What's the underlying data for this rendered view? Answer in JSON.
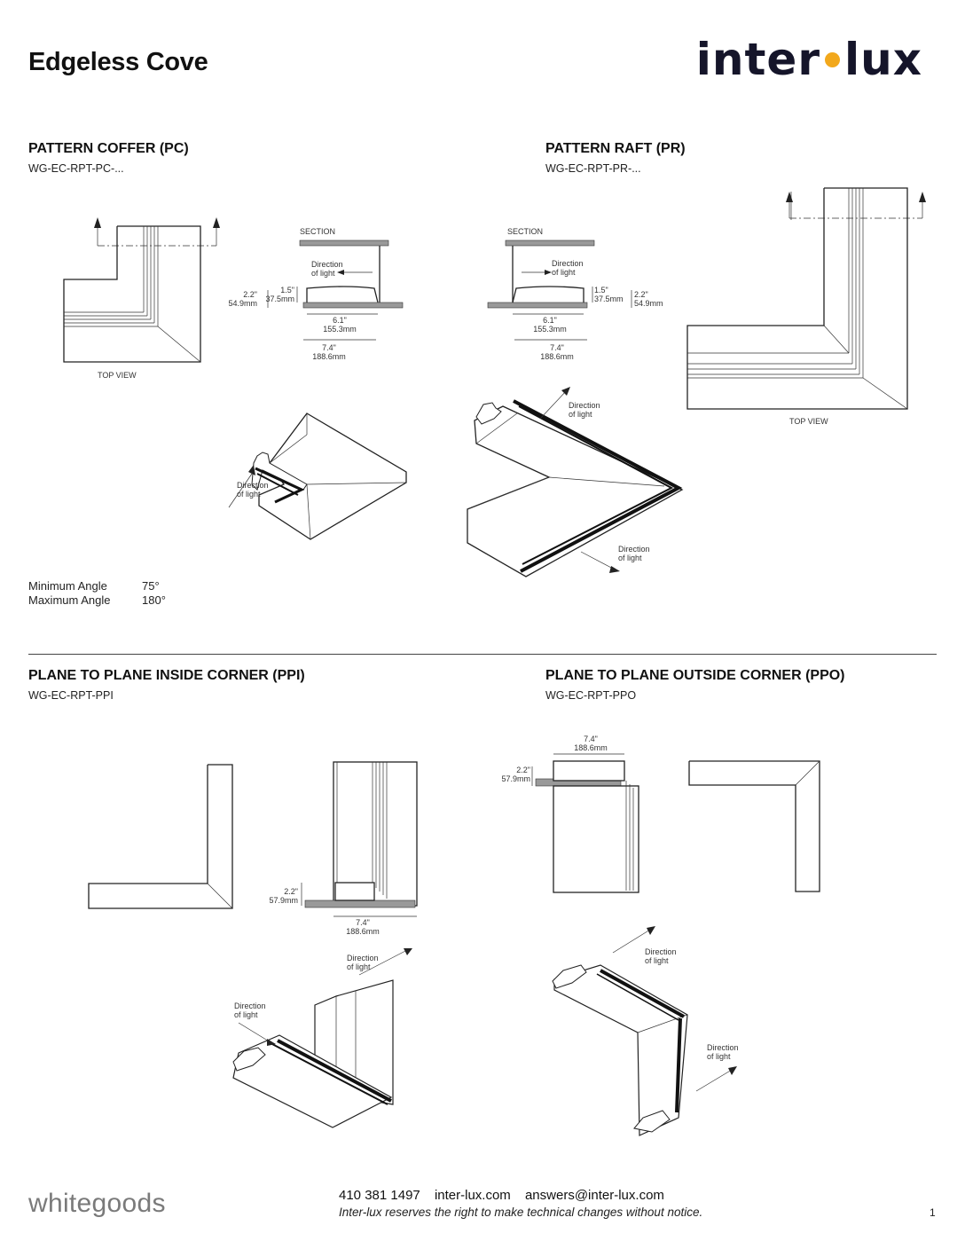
{
  "header": {
    "title": "Edgeless Cove",
    "logo_left": "inter",
    "logo_right": "lux"
  },
  "sections": {
    "pc": {
      "heading": "PATTERN COFFER (PC)",
      "code": "WG-EC-RPT-PC-..."
    },
    "pr": {
      "heading": "PATTERN RAFT (PR)",
      "code": "WG-EC-RPT-PR-..."
    },
    "ppi": {
      "heading": "PLANE TO PLANE INSIDE CORNER (PPI)",
      "code": "WG-EC-RPT-PPI"
    },
    "ppo": {
      "heading": "PLANE TO PLANE OUTSIDE CORNER (PPO)",
      "code": "WG-EC-RPT-PPO"
    }
  },
  "labels": {
    "top_view": "TOP VIEW",
    "section": "SECTION",
    "direction_l1": "Direction",
    "direction_l2": "of light"
  },
  "dims": {
    "d22_in": "2.2\"",
    "d22_mm": "54.9mm",
    "d15_in": "1.5\"",
    "d15_mm": "37.5mm",
    "d61_in": "6.1\"",
    "d61_mm": "155.3mm",
    "d74_in": "7.4\"",
    "d74_mm": "188.6mm",
    "d22b_mm": "57.9mm"
  },
  "specs": [
    {
      "label": "Minimum Angle",
      "value": "75°"
    },
    {
      "label": "Maximum Angle",
      "value": "180°"
    }
  ],
  "footer": {
    "brand": "whitegoods",
    "phone": "410 381 1497",
    "website": "inter-lux.com",
    "email": "answers@inter-lux.com",
    "notice": "Inter-lux reserves the right to make technical changes without notice.",
    "page": "1"
  }
}
